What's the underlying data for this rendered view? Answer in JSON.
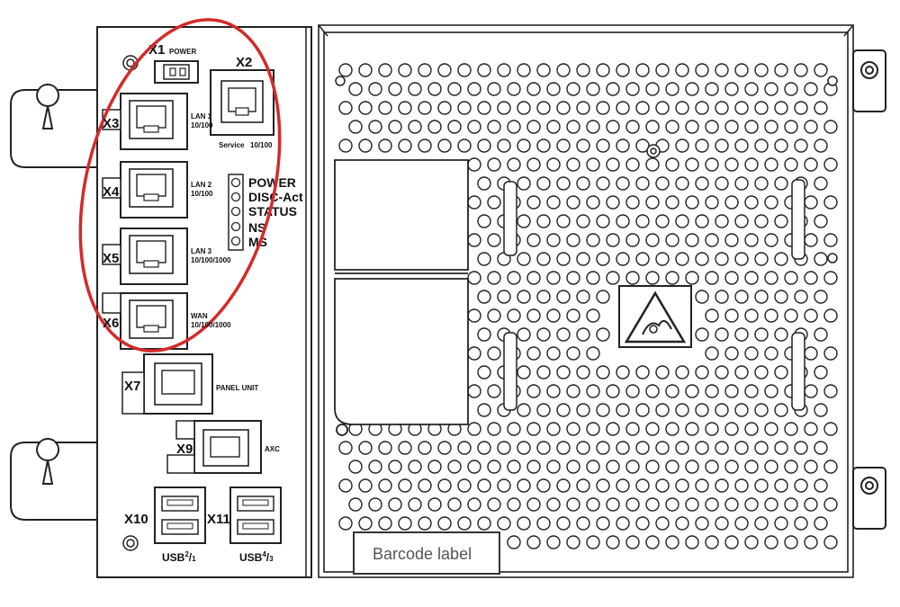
{
  "connectors": {
    "x1": {
      "id": "X1",
      "name": "POWER"
    },
    "x2": {
      "id": "X2",
      "name": "Service",
      "speed": "10/100"
    },
    "x3": {
      "id": "X3",
      "name": "LAN 1",
      "speed": "10/100"
    },
    "x4": {
      "id": "X4",
      "name": "LAN 2",
      "speed": "10/100"
    },
    "x5": {
      "id": "X5",
      "name": "LAN 3",
      "speed": "10/100/1000"
    },
    "x6": {
      "id": "X6",
      "name": "WAN",
      "speed": "10/100/1000"
    },
    "x7": {
      "id": "X7",
      "name": "PANEL UNIT"
    },
    "x9": {
      "id": "X9",
      "name": "AXC"
    },
    "x10": {
      "id": "X10",
      "usb_base": "USB",
      "usb_sup": "2",
      "usb_sub": "1"
    },
    "x11": {
      "id": "X11",
      "usb_base": "USB",
      "usb_sup": "4",
      "usb_sub": "3"
    }
  },
  "leds": [
    "POWER",
    "DISC-Act",
    "STATUS",
    "NS",
    "MS"
  ],
  "barcode_label": "Barcode label",
  "colors": {
    "highlight": "#d42a2a",
    "line": "#222222",
    "fill": "#ffffff"
  },
  "icons": [
    "esd-warning-icon",
    "mounting-screw-icon",
    "keyhole-bracket-icon"
  ]
}
